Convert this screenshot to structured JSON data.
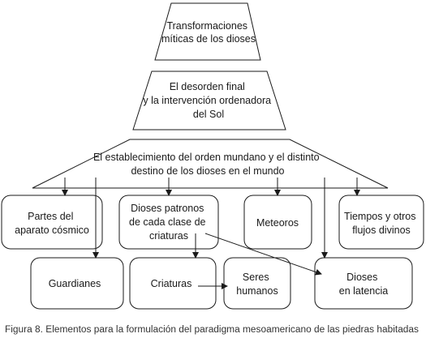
{
  "levels": {
    "top": {
      "lines": [
        "Transformaciones",
        "míticas de los dioses"
      ]
    },
    "middle": {
      "lines": [
        "El desorden final",
        "y la intervención ordenadora",
        "del Sol"
      ]
    },
    "base": {
      "lines": [
        "El establecimiento del orden mundano y el distinto",
        "destino de los dioses en el mundo"
      ]
    }
  },
  "boxes": {
    "partes": {
      "lines": [
        "Partes del",
        "aparato cósmico"
      ]
    },
    "dioses_patronos": {
      "lines": [
        "Dioses patronos",
        "de cada clase de",
        "criaturas"
      ]
    },
    "meteoros": {
      "lines": [
        "Meteoros"
      ]
    },
    "tiempos": {
      "lines": [
        "Tiempos y otros",
        "flujos divinos"
      ]
    },
    "guardianes": {
      "lines": [
        "Guardianes"
      ]
    },
    "criaturas": {
      "lines": [
        "Criaturas"
      ]
    },
    "seres": {
      "lines": [
        "Seres",
        "humanos"
      ]
    },
    "latencia": {
      "lines": [
        "Dioses",
        "en latencia"
      ]
    }
  },
  "caption": "Figura 8. Elementos para la formulación del paradigma mesoamericano de las piedras habitadas",
  "colors": {
    "stroke": "#1a1a1a",
    "background": "#ffffff",
    "caption": "#333333"
  }
}
